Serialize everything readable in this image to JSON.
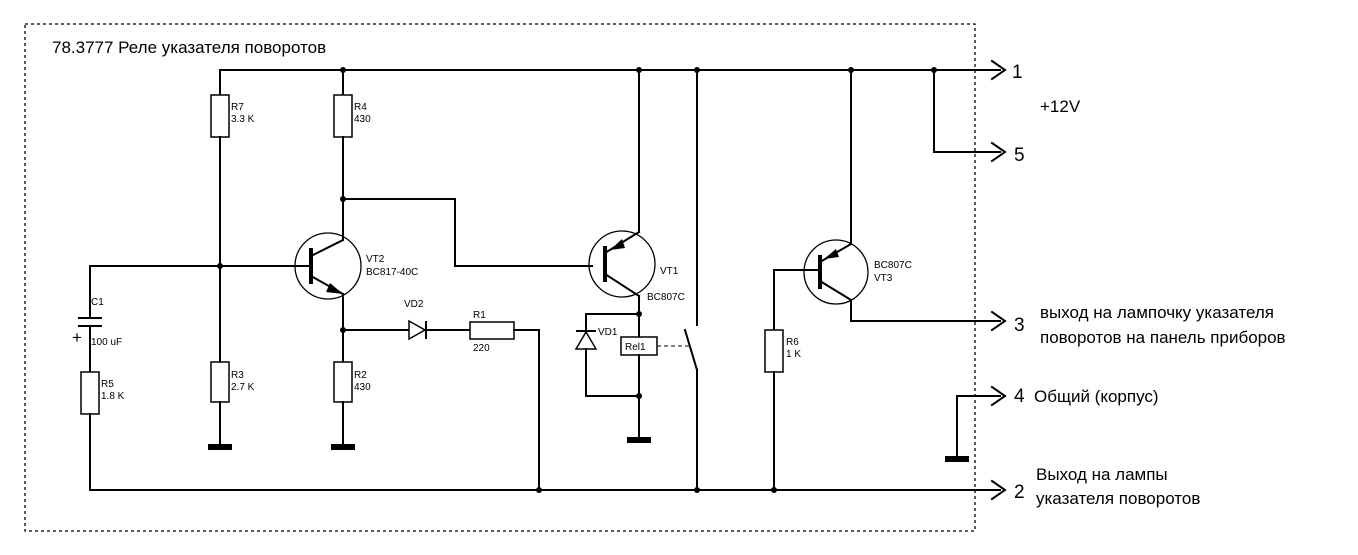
{
  "title": "78.3777 Реле указателя поворотов",
  "supply_label": "+12V",
  "pins": [
    {
      "num": "1",
      "text": ""
    },
    {
      "num": "5",
      "text": ""
    },
    {
      "num": "3",
      "text_line1": "выход на лампочку указателя",
      "text_line2": "поворотов на панель приборов"
    },
    {
      "num": "4",
      "text": "Общий (корпус)"
    },
    {
      "num": "2",
      "text_line1": "Выход на лампы",
      "text_line2": "указателя поворотов"
    }
  ],
  "components": {
    "R7": {
      "name": "R7",
      "value": "3.3 K"
    },
    "R4": {
      "name": "R4",
      "value": "430"
    },
    "R3": {
      "name": "R3",
      "value": "2.7 K"
    },
    "R2": {
      "name": "R2",
      "value": "430"
    },
    "R5": {
      "name": "R5",
      "value": "1.8 K"
    },
    "R1": {
      "name": "R1",
      "value": "220"
    },
    "R6": {
      "name": "R6",
      "value": "1 K"
    },
    "C1": {
      "name": "C1",
      "value": "100 uF",
      "polarity": "+"
    },
    "VT2": {
      "name": "VT2",
      "type": "BC817-40C"
    },
    "VT1": {
      "name": "VT1",
      "type": "BC807C"
    },
    "VT3": {
      "name": "VT3",
      "type": "BC807C"
    },
    "VD2": {
      "name": "VD2"
    },
    "VD1": {
      "name": "VD1"
    },
    "Rel1": {
      "name": "Rel1"
    }
  }
}
